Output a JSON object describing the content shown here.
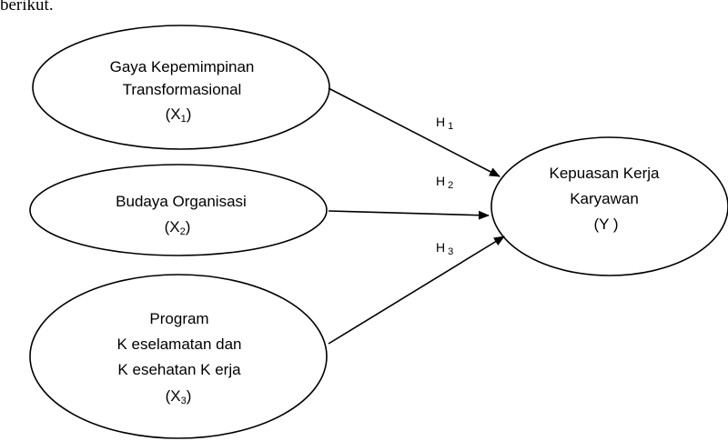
{
  "intro_text": "berikut.",
  "nodes": {
    "x1": {
      "line1": "Gaya Kepemimpinan",
      "line2": "Transformasional",
      "var_open": "(X",
      "var_sub": "1",
      "var_close": ")"
    },
    "x2": {
      "line1": "Budaya Organisasi",
      "var_open": "(X",
      "var_sub": "2",
      "var_close": ")"
    },
    "x3": {
      "line1": "Program",
      "line2": "K eselamatan dan",
      "line3": "K esehatan K erja",
      "var_open": "(X",
      "var_sub": "3",
      "var_close": ")"
    },
    "y": {
      "line1": "Kepuasan Kerja",
      "line2": "Karyawan",
      "var": "(Y )"
    }
  },
  "hypotheses": {
    "h1": {
      "letter": "H",
      "sub": "1"
    },
    "h2": {
      "letter": "H",
      "sub": "2"
    },
    "h3": {
      "letter": "H",
      "sub": "3"
    }
  }
}
